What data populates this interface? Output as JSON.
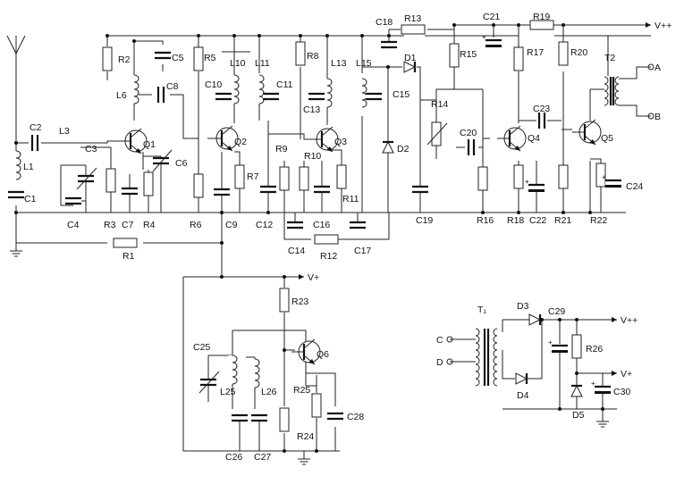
{
  "labels": {
    "vpp_top": "V++",
    "vpp_psu": "V++",
    "vp_osc": "V+",
    "vp_psu": "V+",
    "out_a": "A",
    "out_b": "B",
    "in_c": "C",
    "in_d": "D",
    "R1": "R1",
    "R2": "R2",
    "R3": "R3",
    "R4": "R4",
    "R5": "R5",
    "R6": "R6",
    "R7": "R7",
    "R8": "R8",
    "R9": "R9",
    "R10": "R10",
    "R11": "R11",
    "R12": "R12",
    "R13": "R13",
    "R14": "R14",
    "R15": "R15",
    "R16": "R16",
    "R17": "R17",
    "R18": "R18",
    "R19": "R19",
    "R20": "R20",
    "R21": "R21",
    "R22": "R22",
    "R23": "R23",
    "R24": "R24",
    "R25": "R25",
    "R26": "R26",
    "C1": "C1",
    "C2": "C2",
    "C3": "C3",
    "C4": "C4",
    "C5": "C5",
    "C6": "C6",
    "C7": "C7",
    "C8": "C8",
    "C9": "C9",
    "C10": "C10",
    "C11": "C11",
    "C12": "C12",
    "C13": "C13",
    "C14": "C14",
    "C15": "C15",
    "C16": "C16",
    "C17": "C17",
    "C18": "C18",
    "C19": "C19",
    "C20": "C20",
    "C21": "C21",
    "C22": "C22",
    "C23": "C23",
    "C24": "C24",
    "C25": "C25",
    "C26": "C26",
    "C27": "C27",
    "C28": "C28",
    "C29": "C29",
    "C30": "C30",
    "L1": "L1",
    "L3": "L3",
    "L6": "L6",
    "L10": "L10",
    "L11": "L11",
    "L13": "L13",
    "L15": "L15",
    "L25": "L25",
    "L26": "L26",
    "Q1": "Q1",
    "Q2": "Q2",
    "Q3": "Q3",
    "Q4": "Q4",
    "Q5": "Q5",
    "Q6": "Q6",
    "D1": "D1",
    "D2": "D2",
    "D3": "D3",
    "D4": "D4",
    "D5": "D5",
    "T1": "T₁",
    "T2": "T2"
  }
}
